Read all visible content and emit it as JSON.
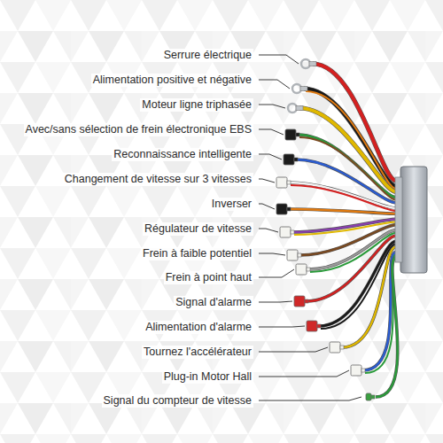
{
  "diagram": {
    "labels": [
      "Serrure électrique",
      "Alimentation positive et négative",
      "Moteur ligne triphasée",
      "Avec/sans sélection de frein électronique EBS",
      "Reconnaissance intelligente",
      "Changement de vitesse sur 3 vitesses",
      "Inverser",
      "Régulateur de vitesse",
      "Frein à faible potentiel",
      "Frein à point haut",
      "Signal d'alarme",
      "Alimentation d'alarme",
      "Tournez l'accélérateur",
      "Plug-in Motor Hall",
      "Signal du compteur de vitesse"
    ]
  }
}
